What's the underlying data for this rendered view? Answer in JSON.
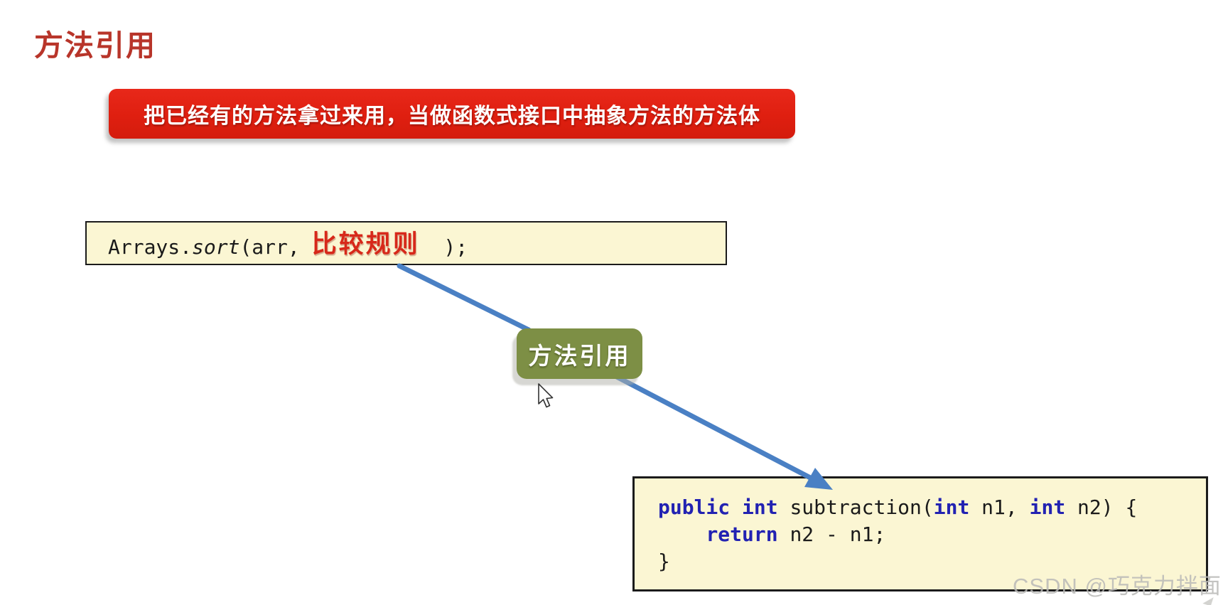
{
  "slide": {
    "title": "方法引用"
  },
  "banner": {
    "text": "把已经有的方法拿过来用，当做函数式接口中抽象方法的方法体"
  },
  "sort_box": {
    "code_prefix": "Arrays.",
    "code_method_italic": "sort",
    "code_mid": "(arr, ",
    "code_highlight": "比较规则",
    "code_suffix": "  );"
  },
  "badge": {
    "label": "方法引用"
  },
  "method_box": {
    "line1": {
      "kw_public": "public",
      "sp1": " ",
      "kw_int1": "int",
      "text1": " subtraction(",
      "kw_int2": "int",
      "text2": " n1, ",
      "kw_int3": "int",
      "text3": " n2) {"
    },
    "line2": {
      "indent": "    ",
      "kw_return": "return",
      "text": " n2 - n1;"
    },
    "line3": "}"
  },
  "watermark": {
    "text": "CSDN @巧克力拌面"
  },
  "colors": {
    "title_red": "#b8352a",
    "banner_red": "#df1f10",
    "code_box_yellow": "#fbf6d3",
    "code_box_border": "#1b1b1b",
    "badge_green": "#7d8f45",
    "arrow_blue": "#4a80c4",
    "keyword_blue": "#2222b2",
    "highlight_red": "#d7281a",
    "watermark_gray": "#b9b9b6"
  }
}
